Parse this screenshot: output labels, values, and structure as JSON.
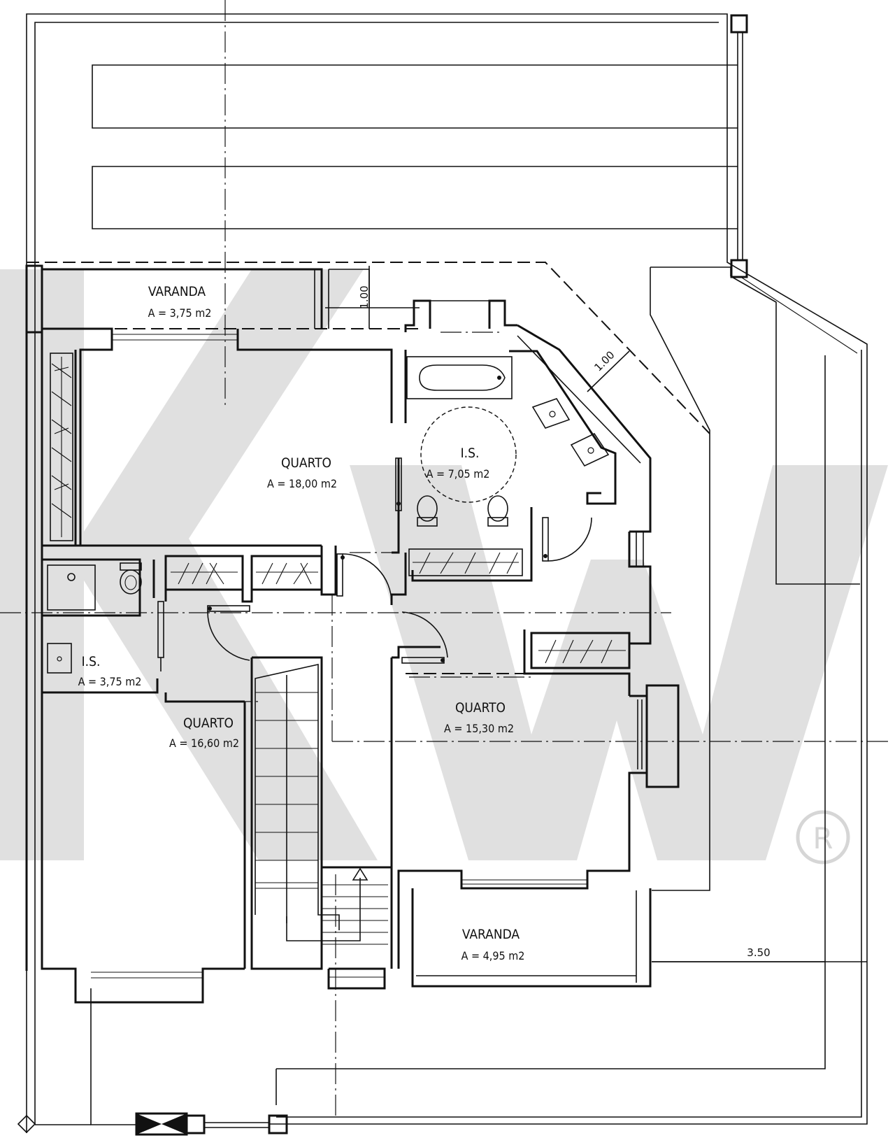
{
  "rooms": {
    "varanda_top": {
      "name": "VARANDA",
      "area": "A = 3,75 m2"
    },
    "quarto_1": {
      "name": "QUARTO",
      "area": "A = 18,00 m2"
    },
    "is_1": {
      "name": "I.S.",
      "area": "A = 7,05 m2"
    },
    "is_2": {
      "name": "I.S.",
      "area": "A = 3,75 m2"
    },
    "quarto_2": {
      "name": "QUARTO",
      "area": "A = 16,60 m2"
    },
    "quarto_3": {
      "name": "QUARTO",
      "area": "A = 15,30 m2"
    },
    "varanda_bottom": {
      "name": "VARANDA",
      "area": "A = 4,95 m2"
    }
  },
  "dimensions": {
    "top_offset": "1.00",
    "diag_offset": "1.00",
    "right_width": "3.50"
  },
  "watermark": {
    "letters": "KW",
    "registered_mark": "R",
    "color": "#d6d6d6"
  }
}
